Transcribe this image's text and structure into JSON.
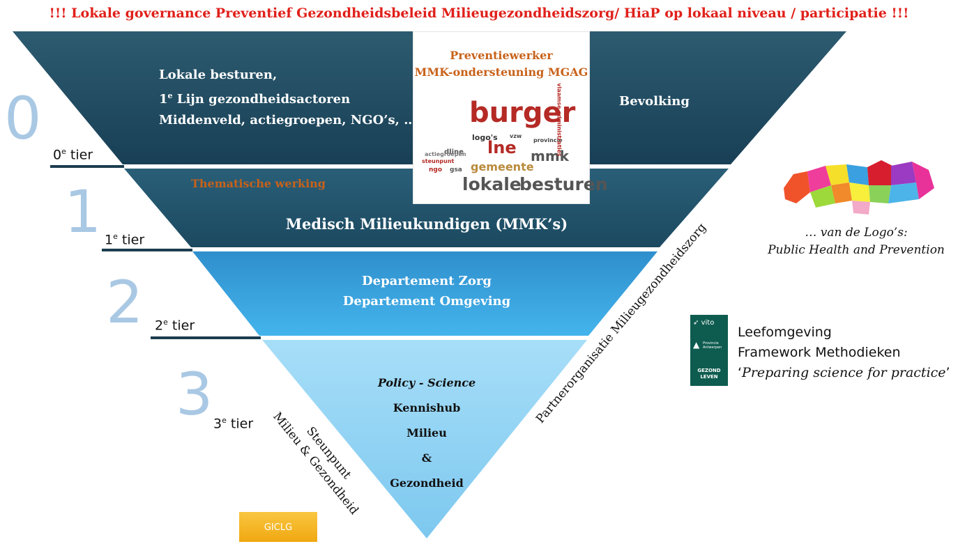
{
  "headline": "!!! Lokale governance Preventief Gezondheidsbeleid Milieugezondheidszorg/ HiaP op lokaal niveau / participatie !!!",
  "tiers": [
    {
      "number": "0",
      "label": "0e tier",
      "sup": "e",
      "base": "0",
      "word": "tier"
    },
    {
      "number": "1",
      "label": "1e tier",
      "sup": "e",
      "base": "1",
      "word": "tier"
    },
    {
      "number": "2",
      "label": "2e tier",
      "sup": "e",
      "base": "2",
      "word": "tier"
    },
    {
      "number": "3",
      "label": "3e tier",
      "sup": "e",
      "base": "3",
      "word": "tier"
    }
  ],
  "level0": {
    "line1": "Lokale besturen,",
    "line2_prefix": "1",
    "line2_sup": "e",
    "line2_rest": " Lijn gezondheidsactoren",
    "line3": "Middenveld, actiegroepen, NGO’s, …",
    "right": "Bevolking"
  },
  "photo": {
    "title1": "Preventiewerker",
    "title2": "MMK-ondersteuning MGAG",
    "words": [
      "burger",
      "lne",
      "logo's",
      "mmk",
      "gemeente",
      "lokale",
      "besturen",
      "provincie",
      "vlaamse administraties",
      "dline",
      "steunpunt",
      "vzw",
      "ngo",
      "gsa",
      "actiegroepen"
    ]
  },
  "level1": {
    "thematic": "Thematische werking",
    "main": "Medisch Milieukundigen (MMK’s)"
  },
  "level2": {
    "line1": "Departement Zorg",
    "line2": "Departement Omgeving"
  },
  "level3": {
    "line1": "Policy - Science",
    "line2": "Kennishub",
    "line3": "Milieu",
    "line4": "&",
    "line5": "Gezondheid"
  },
  "side_left": {
    "line1": "Steunpunt",
    "line2": "Milieu & Gezondheid"
  },
  "side_right": "Partnerorganisatie Milieugezondheidszorg",
  "map_caption": {
    "line1": "… van de Logo’s:",
    "line2": "Public Health and Prevention"
  },
  "logos": {
    "vito": "vito",
    "province1": "Provincie",
    "province2": "Antwerpen",
    "gezond1": "GEZOND",
    "gezond2": "LEVEN"
  },
  "framework": {
    "line1": "Leefomgeving",
    "line2": "Framework Methodieken",
    "line3_quote_open": "‘",
    "line3": "Preparing science for practice",
    "line3_quote_close": "’"
  },
  "giclg": "GICLG",
  "colors": {
    "level0": "#183f55",
    "level1": "#1d4d66",
    "level2": "#2ea0de",
    "level3": "#8fd2f4",
    "headline": "#e0201a",
    "orange": "#c8621a"
  }
}
